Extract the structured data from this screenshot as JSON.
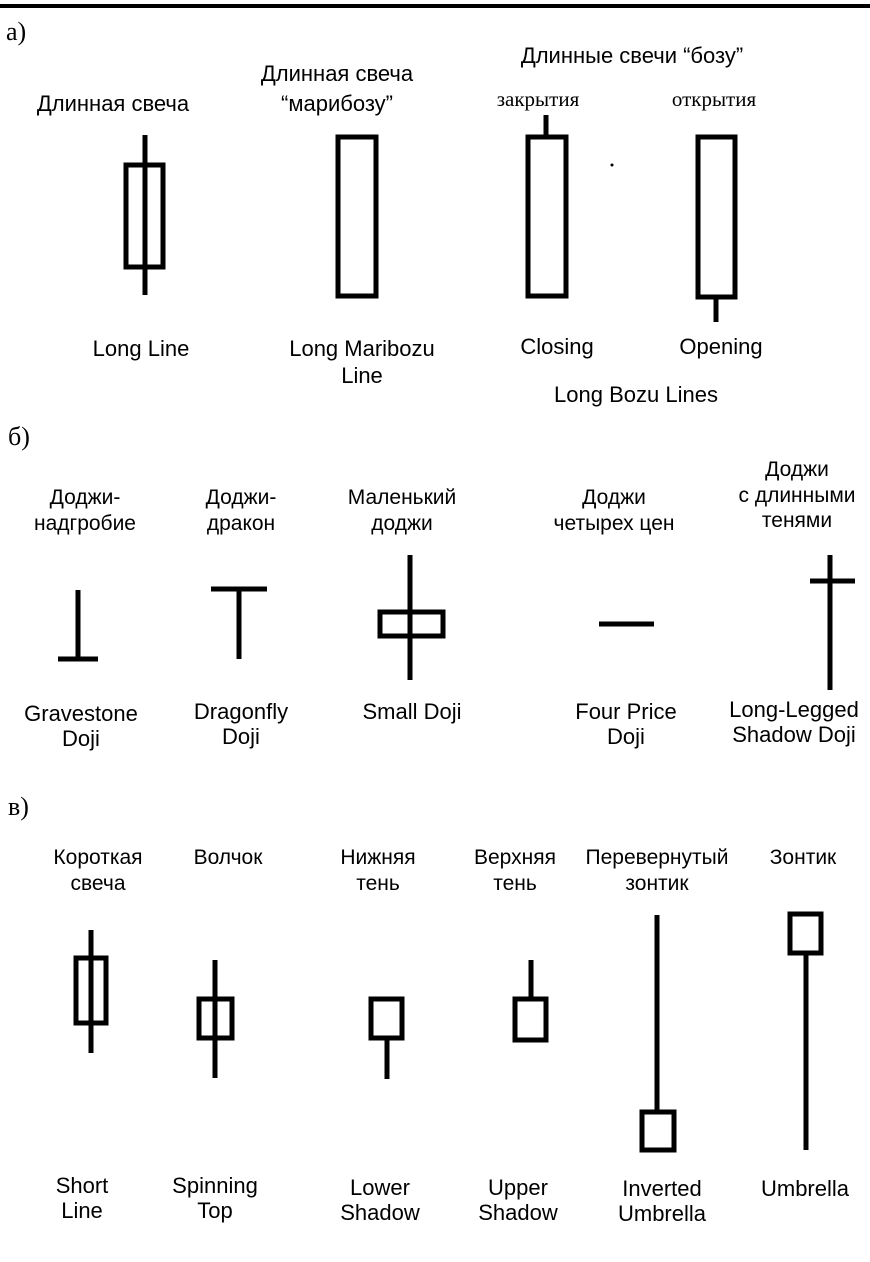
{
  "sections": {
    "a": {
      "label": "а)",
      "group_title": "Длинные свечи “бозу”",
      "items": [
        {
          "ru": [
            "Длинная свеча"
          ],
          "en": [
            "Long Line"
          ]
        },
        {
          "ru": [
            "Длинная свеча",
            "“марибозу”"
          ],
          "en": [
            "Long Maribozu",
            "Line"
          ]
        },
        {
          "ru": [
            "закрытия"
          ],
          "en": [
            "Closing"
          ]
        },
        {
          "ru": [
            "открытия"
          ],
          "en": [
            "Opening"
          ]
        }
      ],
      "group_label": "Long Bozu Lines"
    },
    "b": {
      "label": "б)",
      "items": [
        {
          "ru": [
            "Доджи-",
            "надгробие"
          ],
          "en": [
            "Gravestone",
            "Doji"
          ]
        },
        {
          "ru": [
            "Доджи-",
            "дракон"
          ],
          "en": [
            "Dragonfly",
            "Doji"
          ]
        },
        {
          "ru": [
            "Маленький",
            "доджи"
          ],
          "en": [
            "Small Doji"
          ]
        },
        {
          "ru": [
            "Доджи",
            "четырех цен"
          ],
          "en": [
            "Four Price",
            "Doji"
          ]
        },
        {
          "ru": [
            "Доджи",
            "с длинными",
            "тенями"
          ],
          "en": [
            "Long-Legged",
            "Shadow Doji"
          ]
        }
      ]
    },
    "c": {
      "label": "в)",
      "items": [
        {
          "ru": [
            "Короткая",
            "свеча"
          ],
          "en": [
            "Short",
            "Line"
          ]
        },
        {
          "ru": [
            "Волчок"
          ],
          "en": [
            "Spinning",
            "Top"
          ]
        },
        {
          "ru": [
            "Нижняя",
            "тень"
          ],
          "en": [
            "Lower",
            "Shadow"
          ]
        },
        {
          "ru": [
            "Верхняя",
            "тень"
          ],
          "en": [
            "Upper",
            "Shadow"
          ]
        },
        {
          "ru": [
            "Перевернутый",
            "зонтик"
          ],
          "en": [
            "Inverted",
            "Umbrella"
          ]
        },
        {
          "ru": [
            "Зонтик"
          ],
          "en": [
            "Umbrella"
          ]
        }
      ]
    }
  }
}
